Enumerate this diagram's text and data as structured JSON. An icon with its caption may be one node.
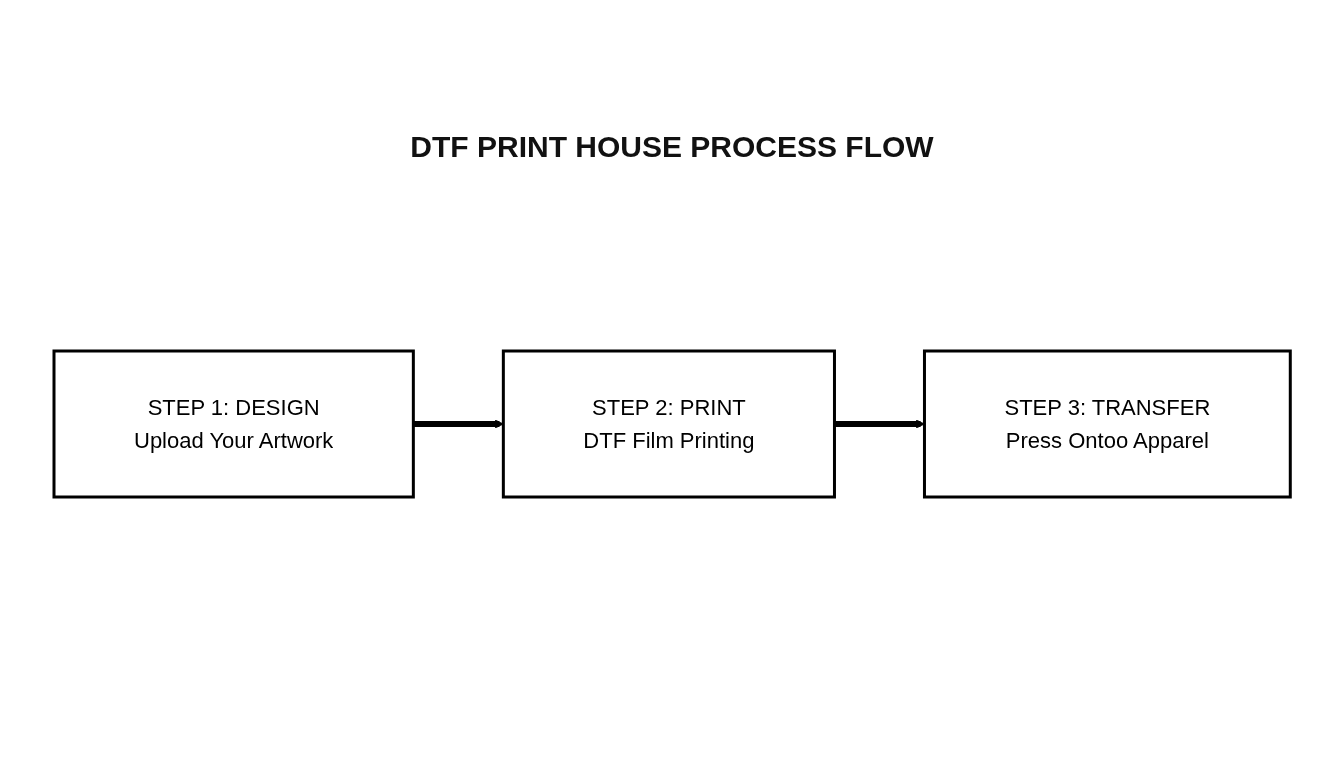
{
  "diagram": {
    "title": "DTF PRINT HOUSE PROCESS FLOW",
    "nodes": [
      {
        "text": [
          "STEP 1: DESIGN",
          "Upload Your Artwork"
        ]
      },
      {
        "text": [
          "STEP 2: PRINT",
          "DTF Film Printing"
        ]
      },
      {
        "text": [
          "STEP 3: TRANSFER",
          "Press Ontoo Apparel"
        ]
      }
    ],
    "edges": [
      {
        "from": 0,
        "to": 1,
        "arrow": "to"
      },
      {
        "from": 1,
        "to": 2,
        "arrow": "to"
      }
    ]
  }
}
